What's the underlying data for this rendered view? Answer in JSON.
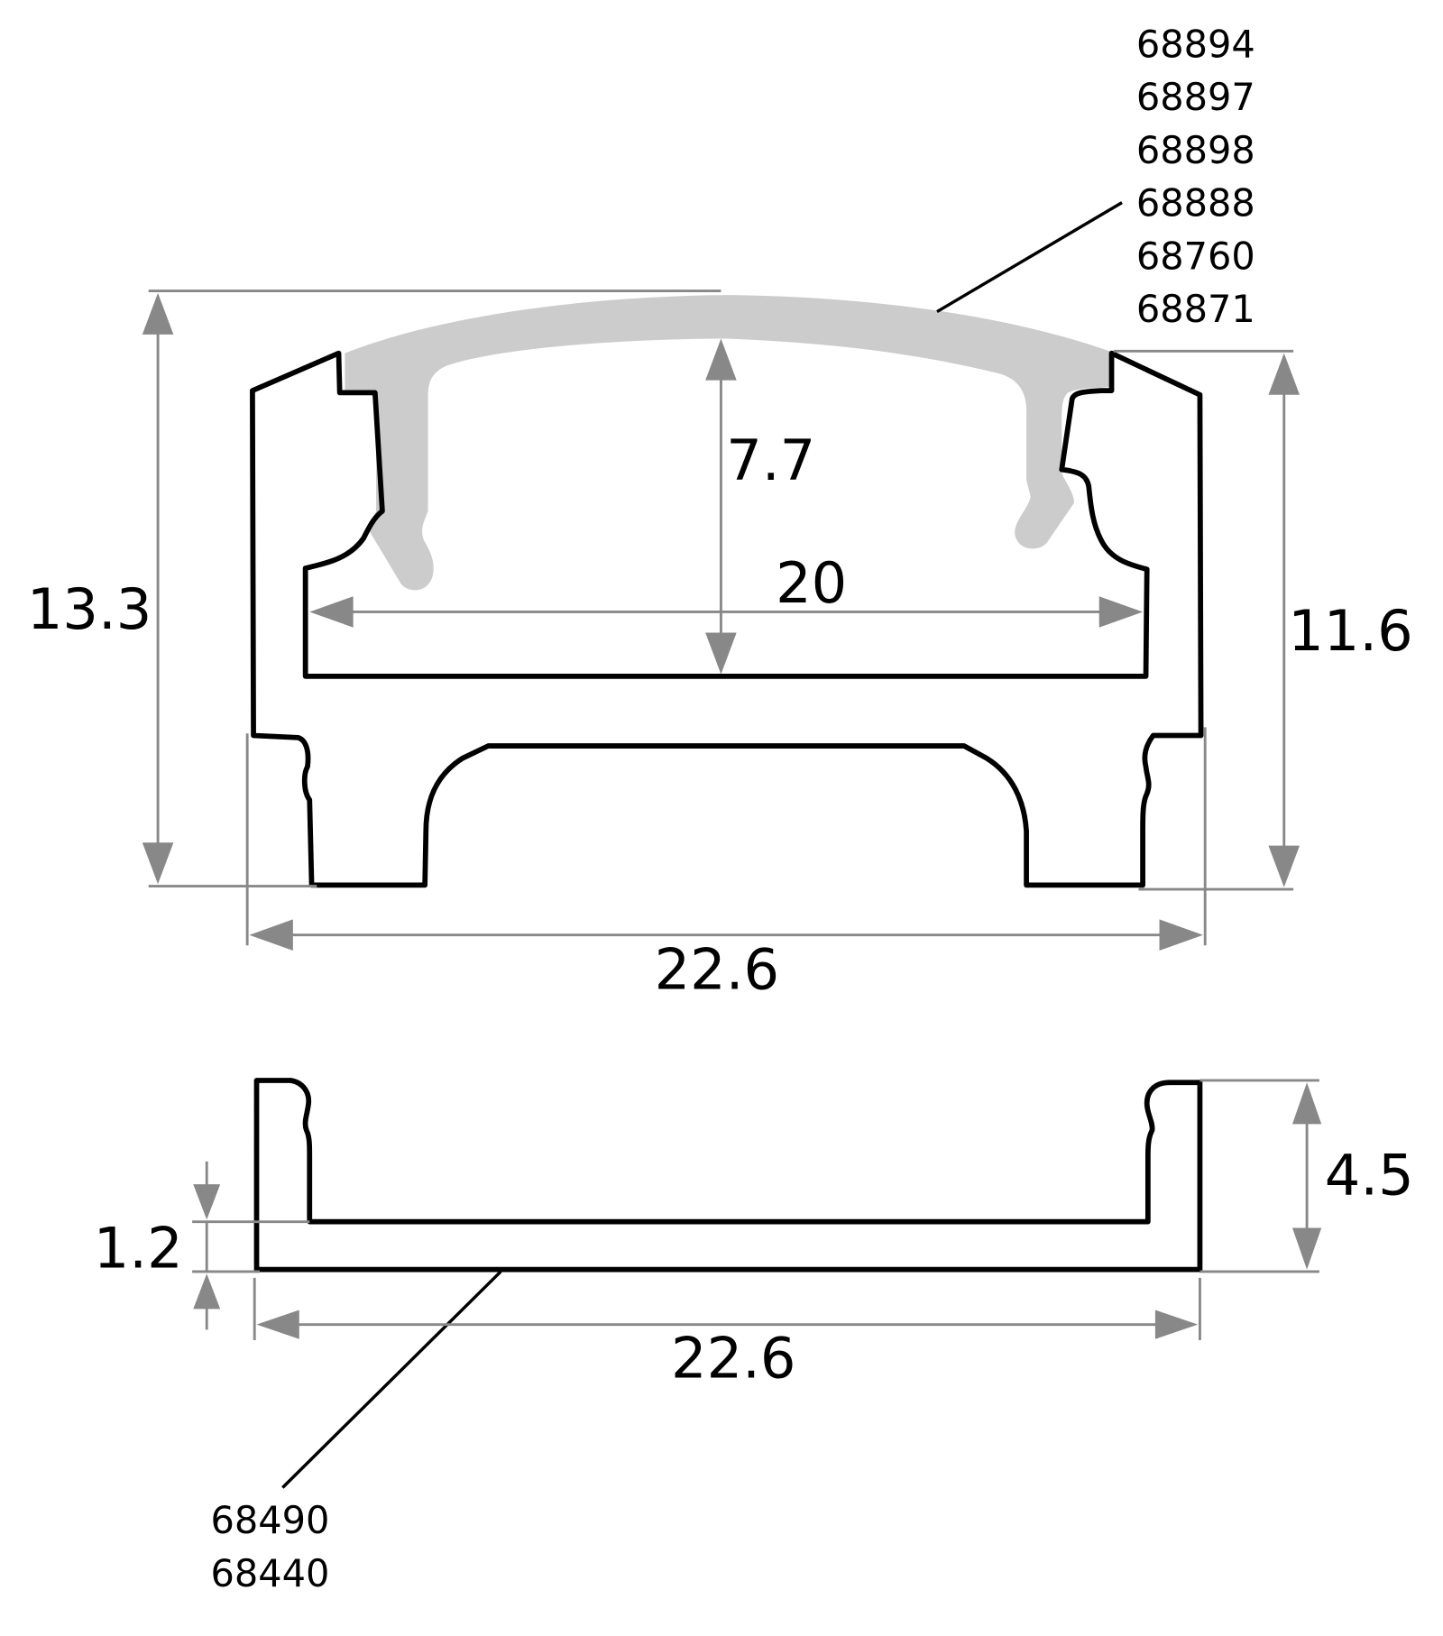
{
  "colors": {
    "profile_stroke": "#000000",
    "cover_fill": "#cccccc",
    "dimension_line": "#888888",
    "background": "#ffffff"
  },
  "top_profile": {
    "cover_part_numbers": [
      "68894",
      "68897",
      "68898",
      "68888",
      "68760",
      "68871"
    ],
    "dimensions": {
      "overall_height": "13.3",
      "profile_height": "11.6",
      "inner_height": "7.7",
      "inner_width": "20",
      "overall_width": "22.6"
    }
  },
  "bottom_profile": {
    "part_numbers": [
      "68490",
      "68440"
    ],
    "dimensions": {
      "base_thickness": "1.2",
      "height": "4.5",
      "overall_width": "22.6"
    }
  }
}
